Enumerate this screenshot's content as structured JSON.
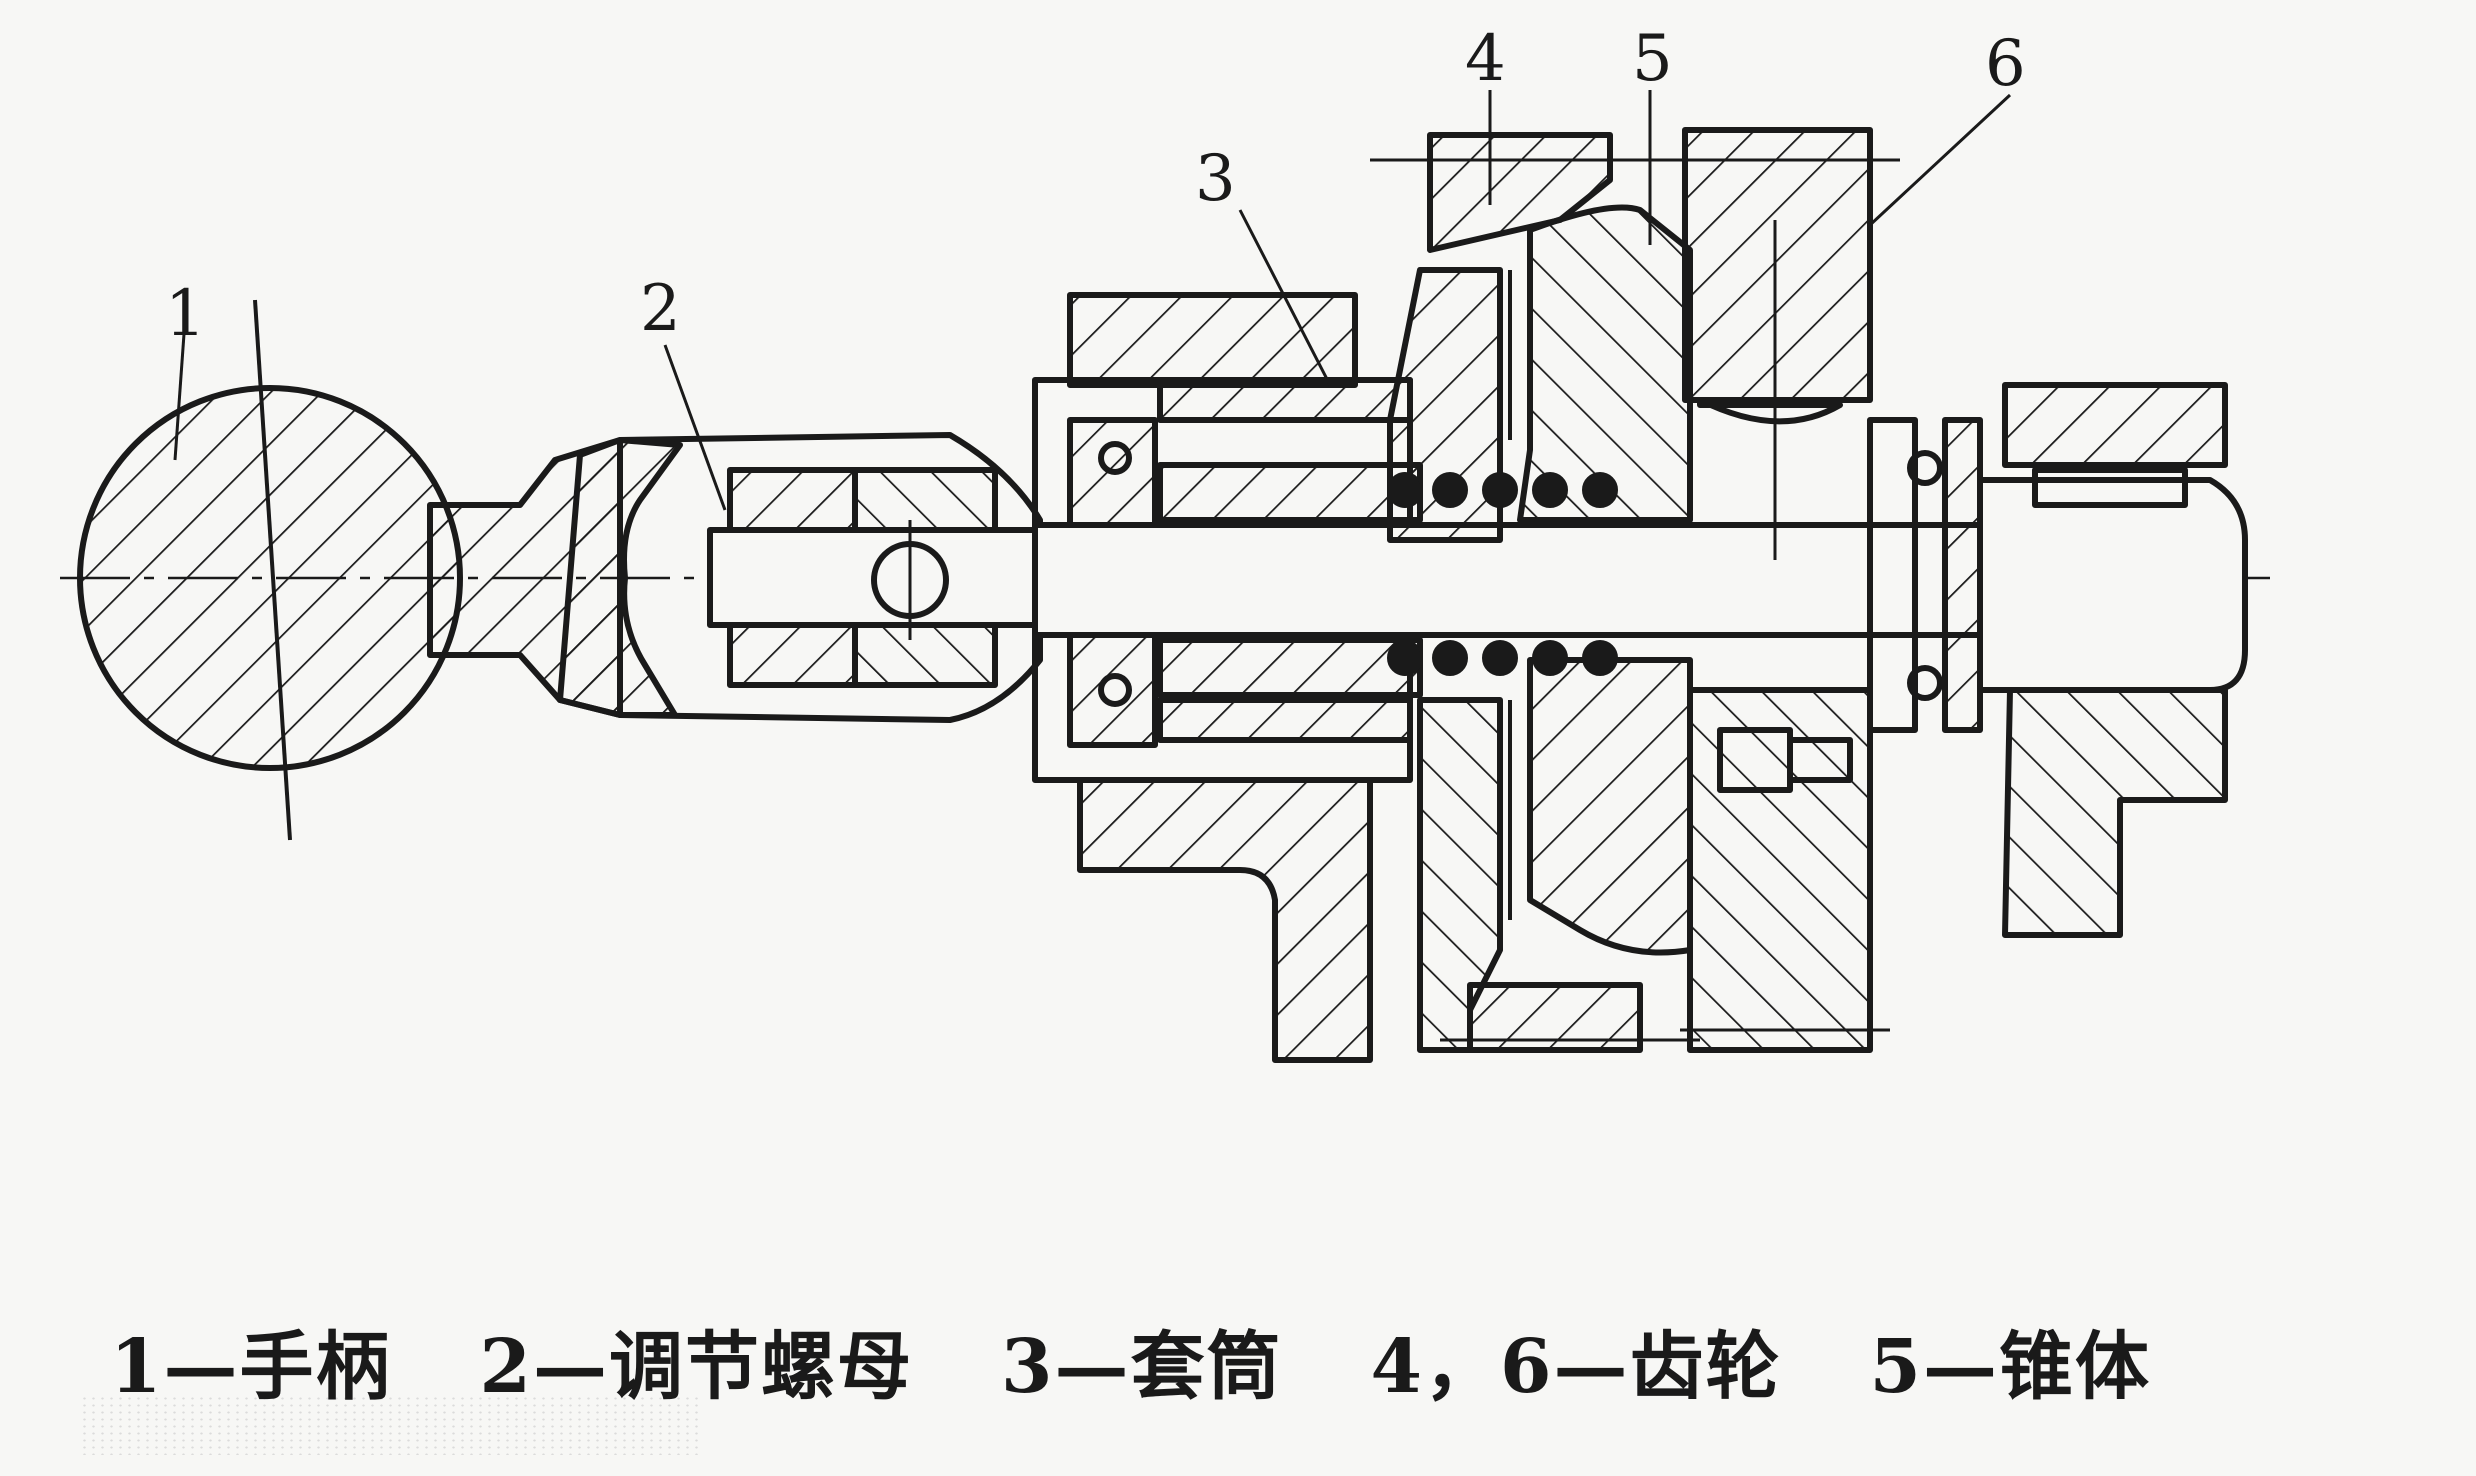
{
  "labels": {
    "p1": "1",
    "p2": "2",
    "p3": "3",
    "p4": "4",
    "p5": "5",
    "p6": "6"
  },
  "legend": [
    "1—手柄",
    "2—调节螺母",
    "3—套筒",
    "4，6—齿轮",
    "5—锥体"
  ],
  "colors": {
    "ink": "#1a1a1a",
    "paper": "#f7f7f5"
  }
}
